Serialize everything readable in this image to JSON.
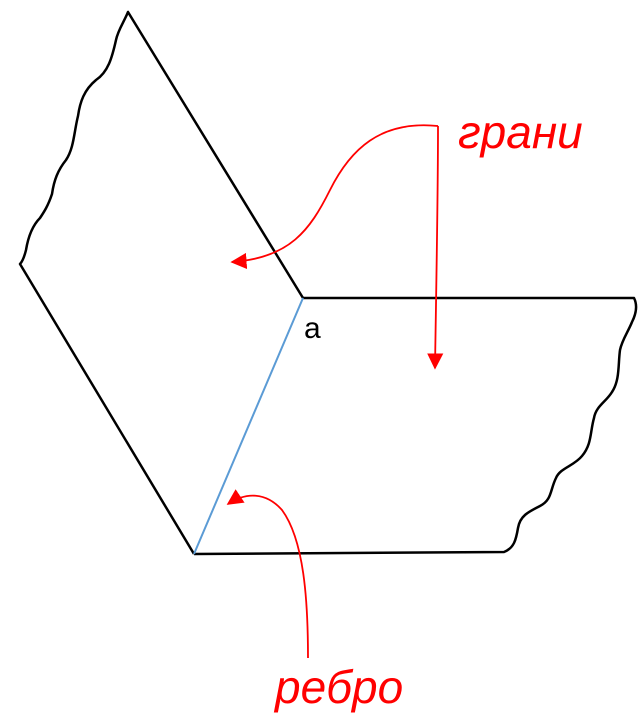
{
  "labels": {
    "faces": "грани",
    "edge": "ребро",
    "point": "a"
  },
  "colors": {
    "outline": "#000000",
    "edge_line": "#5b9bd5",
    "annotation": "#ff0000"
  }
}
